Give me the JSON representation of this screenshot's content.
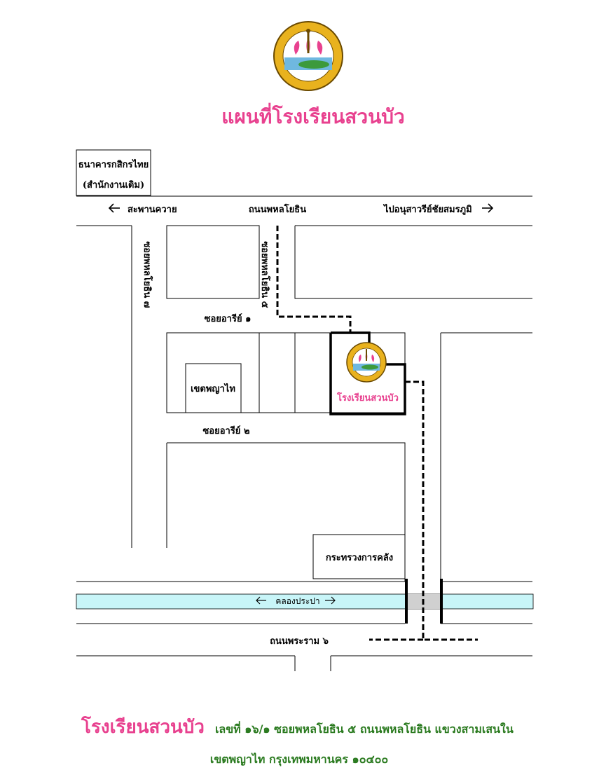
{
  "title": "แผนที่โรงเรียนสวนบัว",
  "landmarks": {
    "bank_line1": "ธนาคารกสิกรไทย",
    "bank_line2": "(สำนักงานเดิม)",
    "district": "เขตพญาไท",
    "ministry": "กระทรวงการคลัง",
    "school": "โรงเรียนสวนบัว"
  },
  "roads": {
    "phahon_road": "ถนนพหลโยธิน",
    "west_direction": "สะพานควาย",
    "east_direction": "ไปอนุสาวรีย์ชัยสมรภูมิ",
    "soi_phahon_7": "ซอยพหลโยธิน ๗",
    "soi_phahon_5": "ซอยพหลโยธิน ๕",
    "soi_ari_1": "ซอยอารีย์ ๑",
    "soi_ari_2": "ซอยอารีย์ ๒",
    "canal": "คลองประปา",
    "rama6_road": "ถนนพระราม ๖"
  },
  "address": {
    "school_name": "โรงเรียนสวนบัว",
    "line1": "เลขที่ ๑๖/๑ ซอยพหลโยธิน ๕ ถนนพหลโยธิน แขวงสามเสนใน",
    "line2": "เขตพญาไท กรุงเทพมหานคร ๑๐๔๐๐"
  },
  "colors": {
    "title_pink": "#e8418f",
    "address_green": "#2a7a1f",
    "canal_cyan": "#c8f5f8",
    "logo_gold": "#e9b21e"
  },
  "icons": [
    "school-seal-icon",
    "arrow-left-icon",
    "arrow-right-icon",
    "lotus-icon"
  ]
}
